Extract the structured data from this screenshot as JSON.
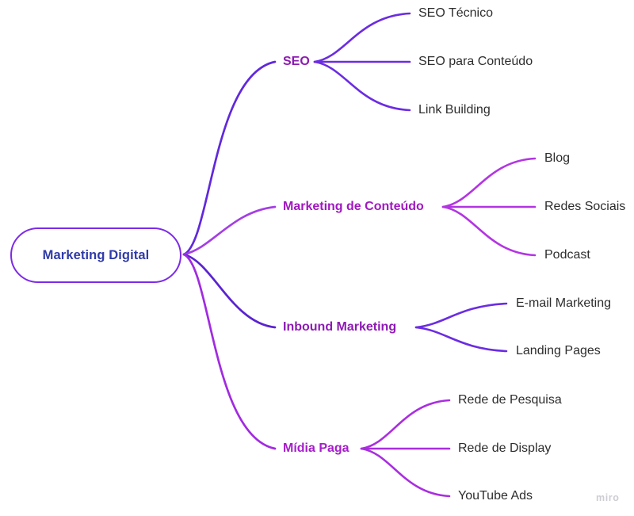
{
  "diagram": {
    "root": {
      "label": "Marketing Digital"
    },
    "branches": [
      {
        "label": "SEO",
        "label_color": "#8c1ab1",
        "trunk_color": "#6128dd",
        "child_line_color": "#6b2ce2",
        "children": [
          "SEO Técnico",
          "SEO para Conteúdo",
          "Link Building"
        ]
      },
      {
        "label": "Marketing de Conteúdo",
        "label_color": "#a118c0",
        "trunk_color": "#a43ee4",
        "child_line_color": "#b335e2",
        "children": [
          "Blog",
          "Redes Sociais",
          "Podcast"
        ]
      },
      {
        "label": "Inbound Marketing",
        "label_color": "#8e1ab4",
        "trunk_color": "#5a23d0",
        "child_line_color": "#6b2ce2",
        "children": [
          "E-mail Marketing",
          "Landing Pages"
        ]
      },
      {
        "label": "Mídia Paga",
        "label_color": "#a61ecb",
        "trunk_color": "#a12be0",
        "child_line_color": "#a92ee0",
        "children": [
          "Rede de Pesquisa",
          "Rede de Display",
          "YouTube Ads"
        ]
      }
    ],
    "watermark": "miro"
  },
  "colors": {
    "background": "#ffffff",
    "root_border": "#7d2ae8",
    "root_text": "#2f3ba8",
    "leaf_text": "#2d2d2d",
    "watermark": "#cdcdd3"
  }
}
